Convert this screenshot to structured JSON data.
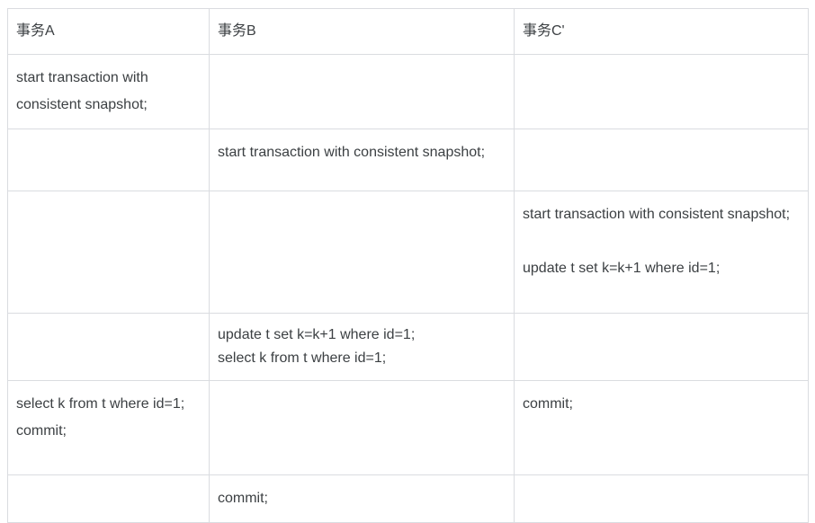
{
  "table": {
    "headers": [
      {
        "label": "事务A"
      },
      {
        "label": "事务B"
      },
      {
        "label": "事务C'"
      }
    ],
    "rows": [
      {
        "cells": [
          {
            "text": "start transaction with consistent snapshot;",
            "style": "wrap"
          },
          {
            "text": "",
            "style": "empty"
          },
          {
            "text": "",
            "style": "empty"
          }
        ]
      },
      {
        "cells": [
          {
            "text": "",
            "style": "empty"
          },
          {
            "text": "start transaction with consistent snapshot;",
            "style": "wrap"
          },
          {
            "text": "",
            "style": "empty"
          }
        ]
      },
      {
        "cells": [
          {
            "text": "",
            "style": "empty"
          },
          {
            "text": "",
            "style": "empty"
          },
          {
            "text": "start transaction with consistent snapshot;\n\nupdate t set k=k+1 where id=1;",
            "style": "wrap"
          }
        ]
      },
      {
        "cells": [
          {
            "text": "",
            "style": "empty"
          },
          {
            "text": "update t set k=k+1 where id=1;\nselect k from t where id=1;",
            "style": "tight"
          },
          {
            "text": "",
            "style": "empty"
          }
        ]
      },
      {
        "cells": [
          {
            "text": "select k from t where id=1;\ncommit;",
            "style": "wrap"
          },
          {
            "text": "",
            "style": "empty"
          },
          {
            "text": "commit;",
            "style": "wrap"
          }
        ]
      },
      {
        "cells": [
          {
            "text": "",
            "style": "empty"
          },
          {
            "text": "commit;",
            "style": "wrap"
          },
          {
            "text": "",
            "style": "empty"
          }
        ]
      }
    ],
    "colors": {
      "border": "#dadce0",
      "text": "#3c4043",
      "background": "#ffffff"
    }
  }
}
